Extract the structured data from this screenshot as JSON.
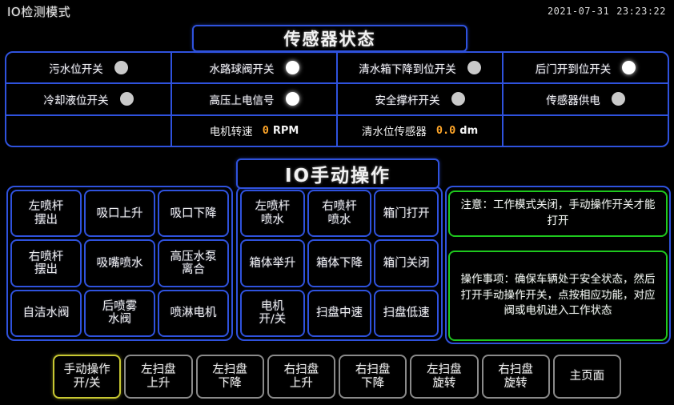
{
  "header": {
    "mode_title": "IO检测模式",
    "date": "2021-07-31",
    "time": "23:23:22"
  },
  "colors": {
    "panel_border": "#2f52dd",
    "note_border": "#1ec81e",
    "nav_border": "#8a8a8a",
    "nav_selected_border": "#c8c832",
    "value_text": "#ffa629",
    "led_on": "#ffffff",
    "led_off": "#c9c9c9",
    "background": "#000000"
  },
  "sensor_section": {
    "title": "传感器状态",
    "columns": [
      {
        "cells": [
          {
            "kind": "switch",
            "label": "污水位开关",
            "state": "off",
            "led": "status-led"
          },
          {
            "kind": "switch",
            "label": "冷却液位开关",
            "state": "off",
            "led": "status-led"
          },
          {
            "kind": "empty",
            "label": ""
          }
        ]
      },
      {
        "cells": [
          {
            "kind": "switch",
            "label": "水路球阀开关",
            "state": "on",
            "led": "status-led"
          },
          {
            "kind": "switch",
            "label": "高压上电信号",
            "state": "on",
            "led": "status-led"
          },
          {
            "kind": "readout",
            "label": "电机转速",
            "value": "0",
            "unit": "RPM"
          }
        ]
      },
      {
        "cells": [
          {
            "kind": "switch",
            "label": "清水箱下降到位开关",
            "state": "off",
            "led": "status-led"
          },
          {
            "kind": "switch",
            "label": "安全撑杆开关",
            "state": "off",
            "led": "status-led"
          },
          {
            "kind": "readout",
            "label": "清水位传感器",
            "value": "0.0",
            "unit": "dm"
          }
        ]
      },
      {
        "cells": [
          {
            "kind": "switch",
            "label": "后门开到位开关",
            "state": "on",
            "led": "status-led"
          },
          {
            "kind": "switch",
            "label": "传感器供电",
            "state": "off",
            "led": "status-led"
          },
          {
            "kind": "empty",
            "label": ""
          }
        ]
      }
    ]
  },
  "manual_section": {
    "title": "IO手动操作",
    "left_group": [
      {
        "lines": [
          "左喷杆",
          "摆出"
        ]
      },
      {
        "lines": [
          "吸口上升"
        ]
      },
      {
        "lines": [
          "吸口下降"
        ]
      },
      {
        "lines": [
          "右喷杆",
          "摆出"
        ]
      },
      {
        "lines": [
          "吸嘴喷水"
        ]
      },
      {
        "lines": [
          "高压水泵",
          "离合"
        ]
      },
      {
        "lines": [
          "自洁水阀"
        ]
      },
      {
        "lines": [
          "后喷雾",
          "水阀"
        ]
      },
      {
        "lines": [
          "喷淋电机"
        ]
      }
    ],
    "mid_group": [
      {
        "lines": [
          "左喷杆",
          "喷水"
        ]
      },
      {
        "lines": [
          "右喷杆",
          "喷水"
        ]
      },
      {
        "lines": [
          "箱门打开"
        ]
      },
      {
        "lines": [
          "箱体举升"
        ]
      },
      {
        "lines": [
          "箱体下降"
        ]
      },
      {
        "lines": [
          "箱门关闭"
        ]
      },
      {
        "lines": [
          "电机",
          "开/关"
        ]
      },
      {
        "lines": [
          "扫盘中速"
        ]
      },
      {
        "lines": [
          "扫盘低速"
        ]
      }
    ],
    "notes": [
      {
        "text": "注意：工作模式关闭，手动操作开关才能打开"
      },
      {
        "text": "操作事项：确保车辆处于安全状态，然后打开手动操作开关，点按相应功能，对应阀或电机进入工作状态"
      }
    ]
  },
  "nav_bar": [
    {
      "lines": [
        "手动操作",
        "开/关"
      ],
      "selected": true
    },
    {
      "lines": [
        "左扫盘",
        "上升"
      ],
      "selected": false
    },
    {
      "lines": [
        "左扫盘",
        "下降"
      ],
      "selected": false
    },
    {
      "lines": [
        "右扫盘",
        "上升"
      ],
      "selected": false
    },
    {
      "lines": [
        "右扫盘",
        "下降"
      ],
      "selected": false
    },
    {
      "lines": [
        "左扫盘",
        "旋转"
      ],
      "selected": false
    },
    {
      "lines": [
        "右扫盘",
        "旋转"
      ],
      "selected": false
    },
    {
      "lines": [
        "主页面"
      ],
      "selected": false
    }
  ]
}
